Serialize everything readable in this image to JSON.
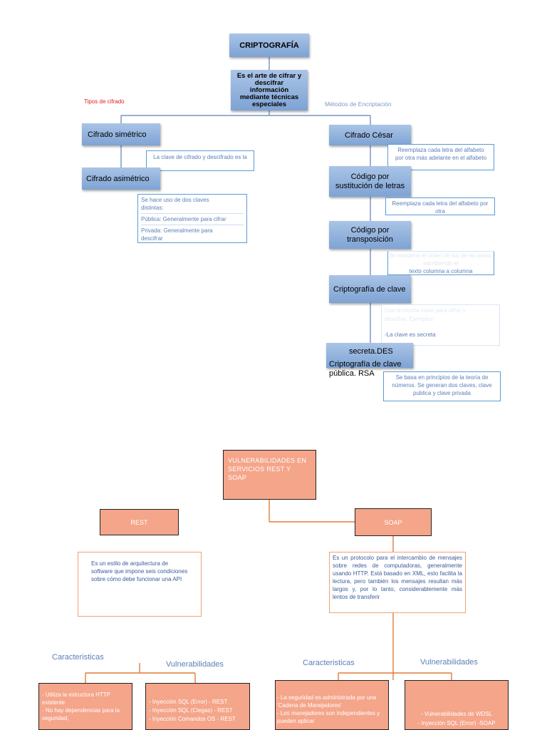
{
  "crypto": {
    "title": "CRIPTOGRAFÍA",
    "definition": "Es el arte de cifrar y descifrar información mediante técnicas especiales",
    "types_label": "Tipos de cifrado",
    "methods_label": "Métodos de Encriptación",
    "symmetric": "Cifrado simétrico",
    "symmetric_note": "La clave de cifrado y descifrado es la",
    "asymmetric": "Cifrado asimétrico",
    "asymmetric_note_1": "Se hace uso de dos claves distintas:",
    "asymmetric_note_2": "Pública: Generalmente para cifrar",
    "asymmetric_note_3": "Privada: Generalmente para descifrar",
    "caesar": "Cifrado César",
    "caesar_note": "Reemplaza cada letra del alfabeto por otra más adelante en el alfabeto",
    "substitution": "Código por sustitución de letras",
    "substitution_note": "Reemplaza cada letra del alfabeto por otra",
    "transposition": "Código por transposición",
    "transposition_note_faint": "Se reordena el orden de los de las letras, escribiendo el",
    "transposition_note": "texto columna a columna",
    "secret_key": "Criptografía de clave",
    "secret_note_faint_1": "Usa la misma clave para cifrar y",
    "secret_note_faint_2": "descifrar. Ejemplos:",
    "secret_note": "-La clave es secreta",
    "des": "secreta.DES",
    "public_key": "Criptografía de clave pública. RSA",
    "public_note": "Se basa en principios de la teoría de números. Se generan dos claves, clave publica y clave privada"
  },
  "vuln": {
    "title": "VULNERABILIDADES EN SERVICIOS REST Y SOAP",
    "rest": "REST",
    "soap": "SOAP",
    "rest_desc": "Es un estilo de arquitectura de software que impone seis condiciones sobre cómo debe funcionar una API",
    "soap_desc": "Es un protocolo para el intercambio de mensajes sobre redes de computadoras, generalmente usando HTTP. Está basado en XML, esto facilita la lectura, pero también los mensajes resultan más largos y, por lo tanto, considerablemente más lentos de transferir",
    "rest_char_label": "Caracteristicas",
    "rest_vuln_label": "Vulnerabilidades",
    "soap_char_label": "Caracteristicas",
    "soap_vuln_label": "Vulnerabilidades",
    "rest_chars": [
      "- Utiliza la estructura HTTP existente",
      "- No hay dependencias para la seguridad,"
    ],
    "rest_vulns": [
      "- Inyección SQL (Error) - REST",
      "- Inyección SQL (Ciegas) - REST",
      "- Inyección Comandos OS - REST"
    ],
    "soap_chars": [
      "- La seguridad es administrada por una 'Cadena de Manejadores'",
      "- Los manejadores son independientes y pueden aplicar"
    ],
    "soap_vulns": [
      "- Vulnerabilidades de WDSL",
      "- Inyección SQL (Error) -SOAP"
    ]
  }
}
